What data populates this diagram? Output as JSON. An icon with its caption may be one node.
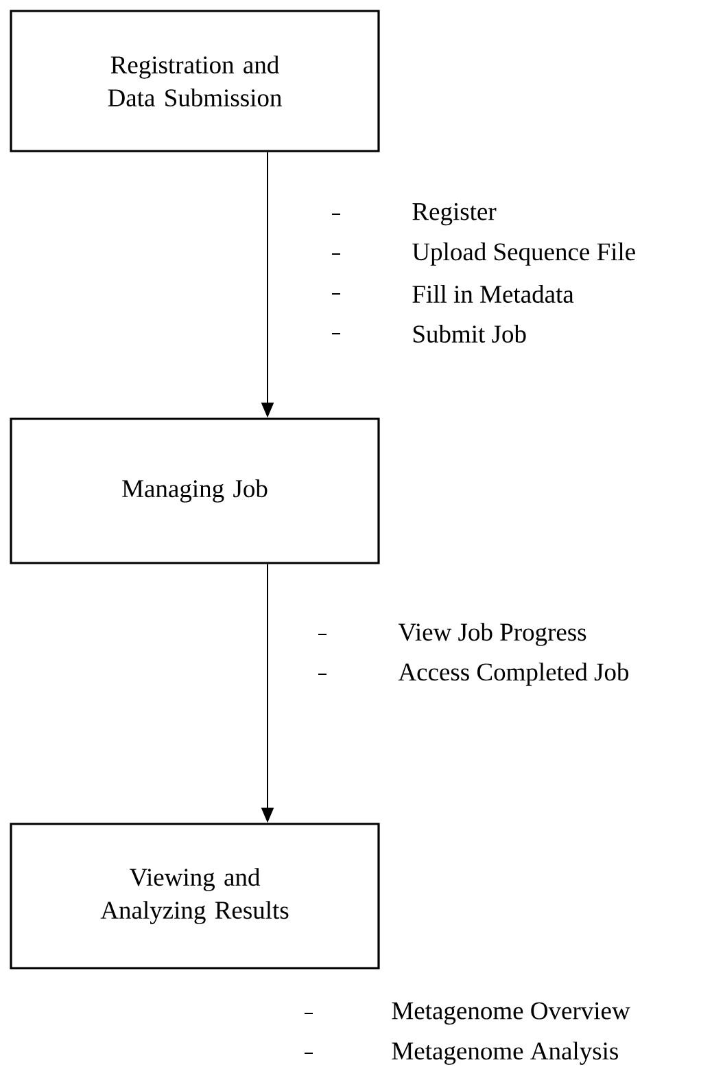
{
  "diagram": {
    "nodes": [
      {
        "text": [
          "Registration and Data Submission"
        ]
      },
      {
        "text": [
          "Managing Job"
        ]
      },
      {
        "text": [
          "Viewing and Analyzing Results"
        ]
      }
    ],
    "edges": [
      {
        "from": 0,
        "to": 1,
        "arrow": "to"
      },
      {
        "from": 1,
        "to": 2,
        "arrow": "to"
      }
    ],
    "labels": [
      "Register",
      "Upload Sequence File",
      "Fill in Metadata",
      "Submit Job",
      "View Job Progress",
      "Access Completed Job",
      "Metagenome Overview",
      "Metagenome Analysis"
    ]
  }
}
